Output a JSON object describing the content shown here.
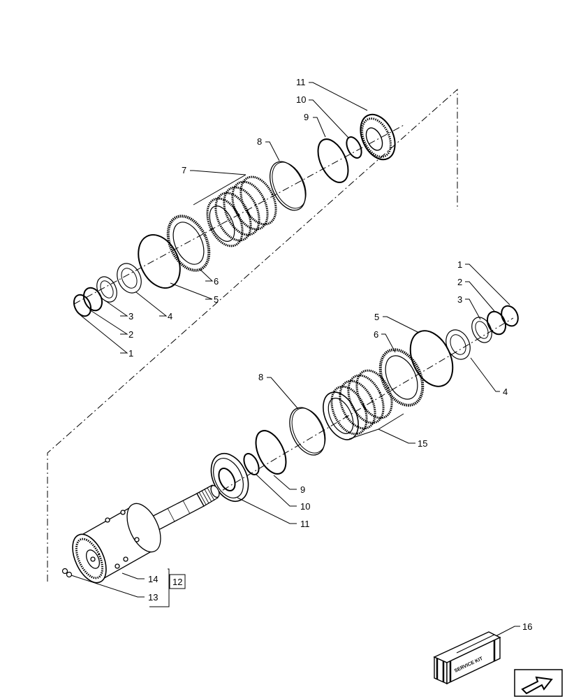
{
  "labels": {
    "upper": {
      "p1": "1",
      "p2": "2",
      "p3": "3",
      "p4": "4",
      "p5": "5",
      "p6": "6",
      "p7": "7",
      "p8": "8",
      "p9": "9",
      "p10": "10",
      "p11": "11"
    },
    "lower": {
      "p1": "1",
      "p2": "2",
      "p3": "3",
      "p4": "4",
      "p5": "5",
      "p6": "6",
      "p8": "8",
      "p9": "9",
      "p10": "10",
      "p11": "11",
      "p13": "13",
      "p14": "14",
      "p15": "15",
      "p16": "16"
    },
    "kit_box": "12"
  },
  "service_kit_text": "SERVICE KIT",
  "nav_icon": "next-page-arrow-icon"
}
